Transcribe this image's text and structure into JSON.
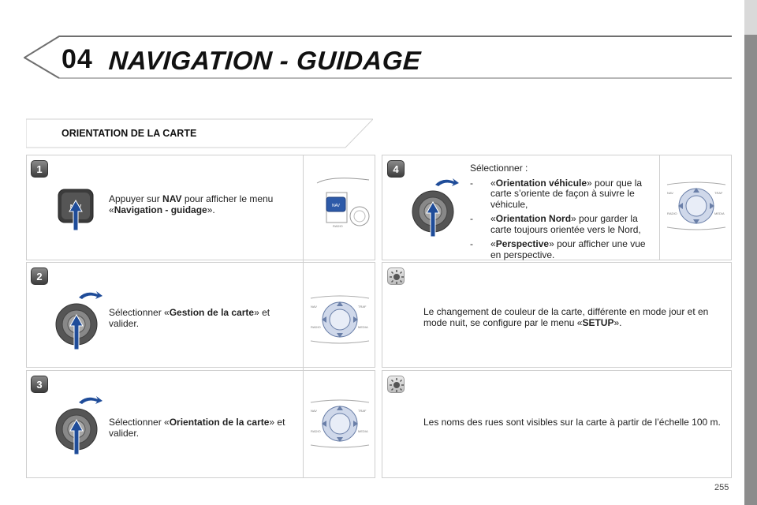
{
  "header": {
    "chapter_number": "04",
    "chapter_title": "NAVIGATION - GUIDAGE"
  },
  "section": {
    "title": "ORIENTATION DE LA CARTE"
  },
  "steps": [
    {
      "number": "1",
      "text_before": "Appuyer sur ",
      "bold1": "NAV",
      "text_mid": " pour afficher le menu «",
      "bold2": "Navigation - guidage",
      "text_after": "».",
      "button_label": "NAV"
    },
    {
      "number": "2",
      "text_before": "Sélectionner «",
      "bold1": "Gestion de la carte",
      "text_after": "» et valider."
    },
    {
      "number": "3",
      "text_before": "Sélectionner «",
      "bold1": "Orientation de la carte",
      "text_after": "» et valider."
    },
    {
      "number": "4",
      "intro": "Sélectionner :",
      "options": [
        {
          "dash": "-",
          "pre": "«",
          "bold": "Orientation véhicule",
          "post": "» pour que la carte s’oriente de façon à suivre le véhicule,"
        },
        {
          "dash": "-",
          "pre": "«",
          "bold": "Orientation Nord",
          "post": "» pour garder la carte toujours orientée vers le Nord,"
        },
        {
          "dash": "-",
          "pre": "«",
          "bold": "Perspective",
          "post": "» pour afficher une vue en perspective."
        }
      ]
    }
  ],
  "tips": [
    {
      "text_before": "Le changement de couleur de la carte, différente en mode jour et en mode nuit, se configure par le menu «",
      "bold": "SETUP",
      "text_after": "»."
    },
    {
      "text": "Les noms des rues sont visibles sur la carte à partir de l’échelle 100 m."
    }
  ],
  "console_labels": {
    "nav": "NAV",
    "traf": "TRAF",
    "radio": "RADIO",
    "media": "MEDIA"
  },
  "page_number": "255",
  "colors": {
    "sidebar": "#8c8c8c",
    "knob_blue": "#2d5aa8",
    "arrow_blue": "#1f4c99"
  }
}
